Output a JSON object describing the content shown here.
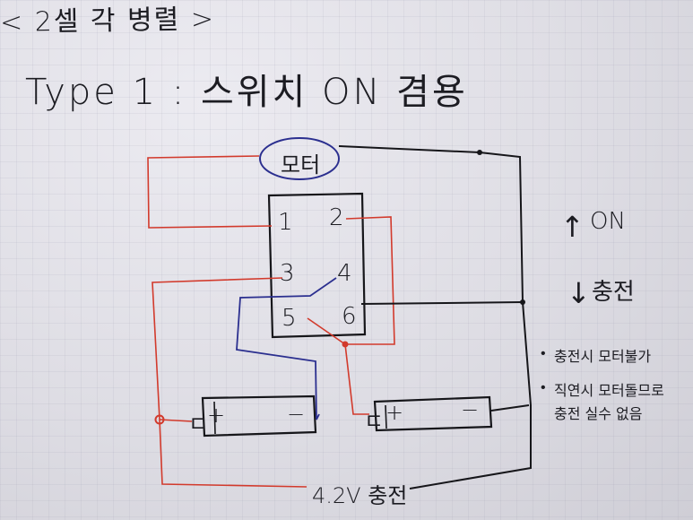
{
  "header": "< 2셀 각 병렬 >",
  "title": "Type 1  :  스위치 ON 겸용",
  "motor_label": "모터",
  "switch_pins": [
    "1",
    "2",
    "3",
    "4",
    "5",
    "6"
  ],
  "battery_plus": "+",
  "battery_minus": "−",
  "battery_tab": "ㄷ",
  "on_label": "ON",
  "charge_label": "충전",
  "notes": [
    "충전시 모터불가",
    "직연시 모터돌므로",
    "충전 실수 없음"
  ],
  "bottom_label": "4.2V 충전",
  "colors": {
    "red_wire": "#d23a2c",
    "blue_wire": "#2b2f8f",
    "black_wire": "#16161a"
  }
}
